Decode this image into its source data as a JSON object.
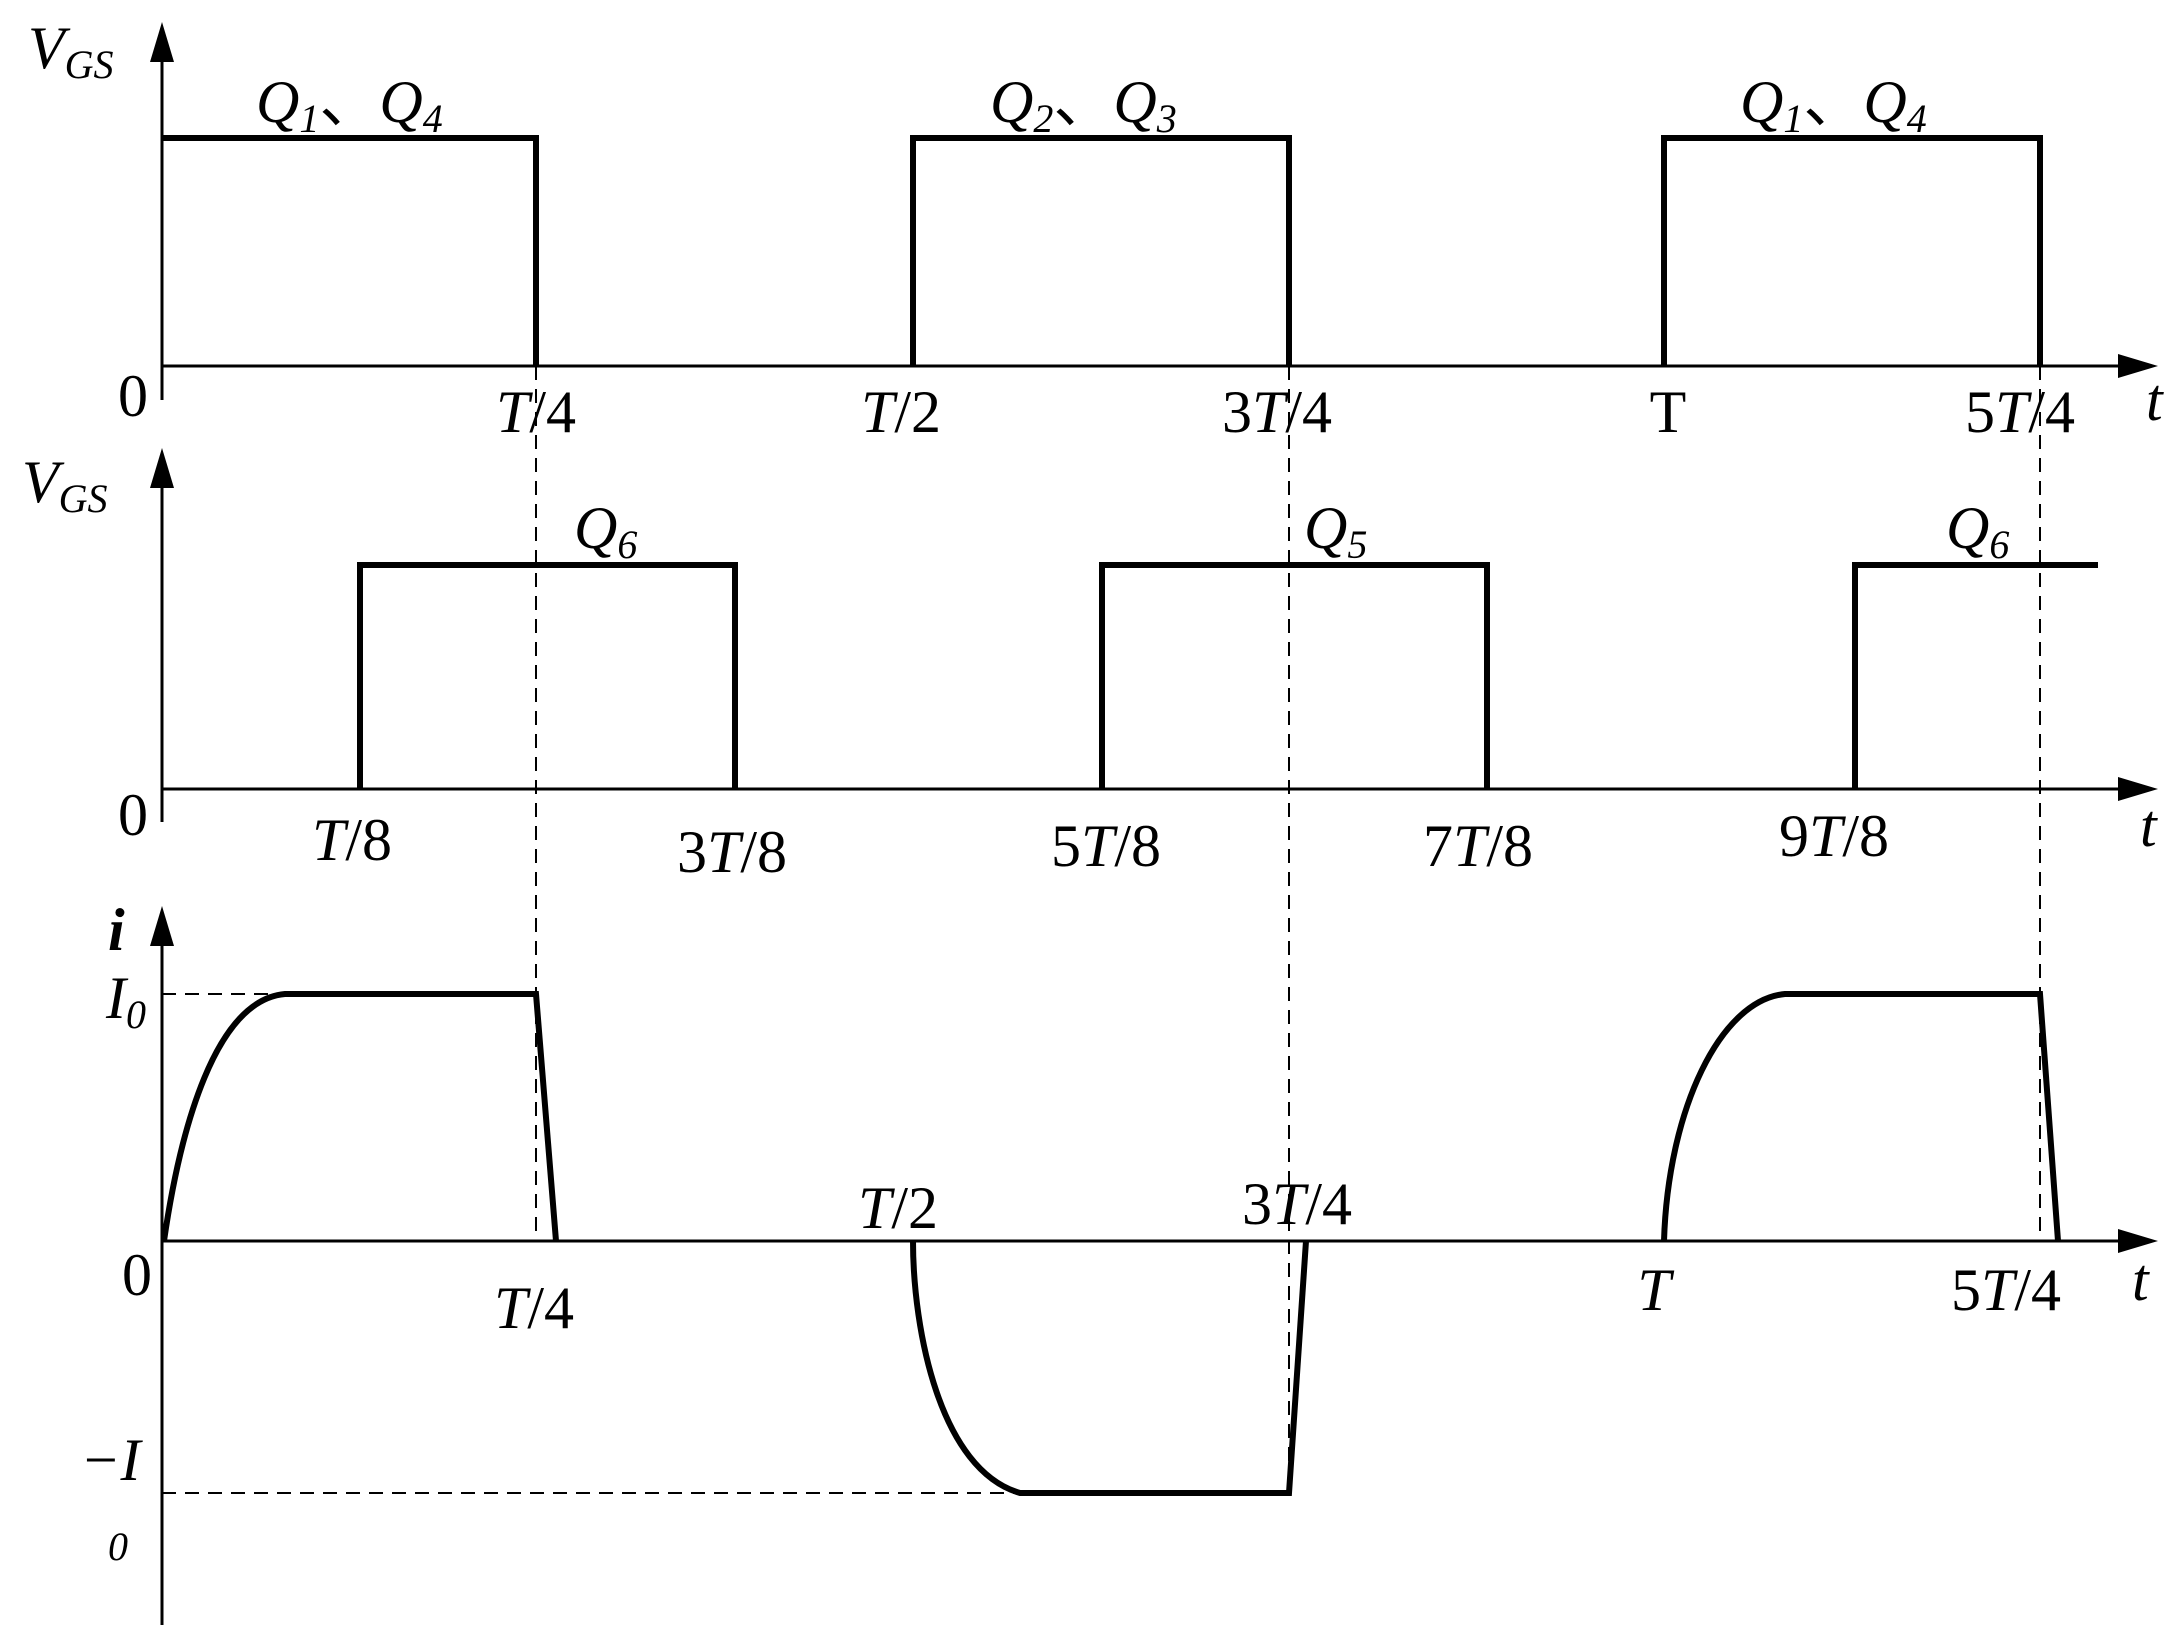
{
  "panels": {
    "gate_q14_q23": {
      "y_label_main": "V",
      "y_label_sub": "GS",
      "origin_label": "0",
      "x_axis_label": "t",
      "pulse_labels": [
        {
          "main1": "Q",
          "sub1": "1",
          "sep": "、",
          "main2": "Q",
          "sub2": "4"
        },
        {
          "main1": "Q",
          "sub1": "2",
          "sep": "、",
          "main2": "Q",
          "sub2": "3"
        },
        {
          "main1": "Q",
          "sub1": "1",
          "sep": "、",
          "main2": "Q",
          "sub2": "4"
        }
      ],
      "ticks": [
        {
          "pre": "",
          "it": "T",
          "post": "/4"
        },
        {
          "pre": "",
          "it": "T",
          "post": "/2"
        },
        {
          "pre": "3",
          "it": "T",
          "post": "/4"
        },
        {
          "pre": "T",
          "it": "",
          "post": ""
        },
        {
          "pre": "5",
          "it": "T",
          "post": "/4"
        }
      ]
    },
    "gate_q5_q6": {
      "y_label_main": "V",
      "y_label_sub": "GS",
      "origin_label": "0",
      "x_axis_label": "t",
      "pulse_labels": [
        {
          "main": "Q",
          "sub": "6"
        },
        {
          "main": "Q",
          "sub": "5"
        },
        {
          "main": "Q",
          "sub": "6"
        }
      ],
      "ticks": [
        {
          "pre": "",
          "it": "T",
          "post": "/8"
        },
        {
          "pre": "3",
          "it": "T",
          "post": "/8"
        },
        {
          "pre": "5",
          "it": "T",
          "post": "/8"
        },
        {
          "pre": "7",
          "it": "T",
          "post": "/8"
        },
        {
          "pre": "9",
          "it": "T",
          "post": "/8"
        }
      ]
    },
    "current": {
      "y_label": "i",
      "origin_label": "0",
      "x_axis_label": "t",
      "pos_level_main": "I",
      "pos_level_sub": "0",
      "neg_level_main": "−I",
      "neg_level_sub": "0",
      "ticks": [
        {
          "pre": "",
          "it": "T",
          "post": "/4"
        },
        {
          "pre": "",
          "it": "T",
          "post": "/2"
        },
        {
          "pre": "3",
          "it": "T",
          "post": "/4"
        },
        {
          "pre": "",
          "it": "T",
          "post": ""
        },
        {
          "pre": "5",
          "it": "T",
          "post": "/4"
        }
      ]
    }
  }
}
